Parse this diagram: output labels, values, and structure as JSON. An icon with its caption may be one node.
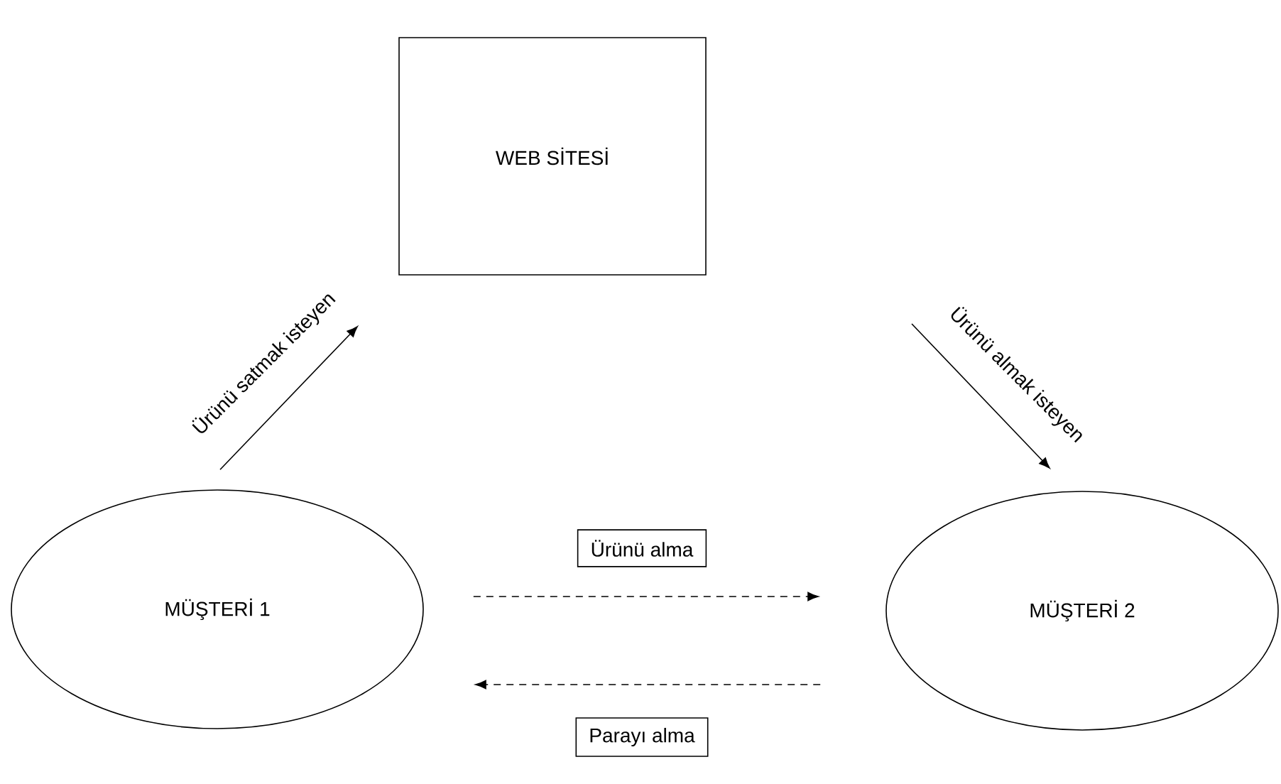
{
  "diagram": {
    "nodes": [
      {
        "text": [
          "WEB SİTESİ"
        ]
      },
      {
        "text": [
          "MÜŞTERİ 1"
        ]
      },
      {
        "text": [
          "MÜŞTERİ 2"
        ]
      }
    ],
    "edges": [
      {
        "from": 1,
        "to": 0,
        "arrow": "to",
        "label": "Ürünü satmak isteyen"
      },
      {
        "from": null,
        "to": 2,
        "arrow": "to",
        "label": "Ürünü almak isteyen"
      },
      {
        "from": 1,
        "to": 2,
        "arrow": "to",
        "label": "Ürünü alma",
        "style": "dashed"
      },
      {
        "from": 2,
        "to": 1,
        "arrow": "to",
        "label": "Parayı alma",
        "style": "dashed"
      }
    ]
  }
}
